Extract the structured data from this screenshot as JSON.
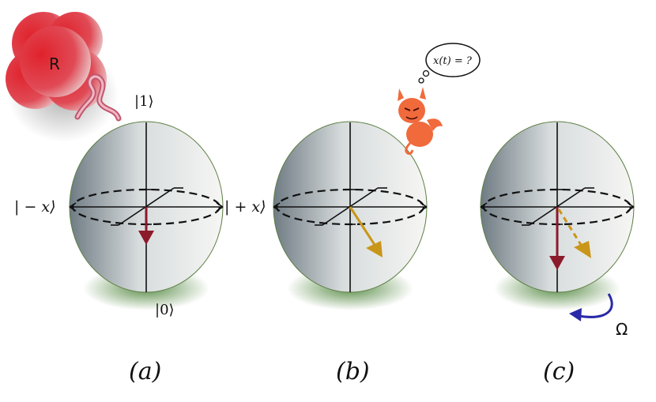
{
  "figure": {
    "panels": [
      {
        "caption": "(a)"
      },
      {
        "caption": "(b)"
      },
      {
        "caption": "(c)"
      }
    ],
    "labels": {
      "reservoir": "R",
      "ket_one": "|1⟩",
      "ket_zero": "|0⟩",
      "ket_minus_x": "| − x⟩",
      "ket_plus_x": "| + x⟩",
      "thought": "x(t) = ?",
      "omega": "Ω"
    },
    "colors": {
      "down_arrow": "#8b1a2b",
      "tilted_arrow": "#c9961a",
      "rotation_arrow": "#2a2aa8",
      "devil": "#f06a3c",
      "reservoir": "#d9252f",
      "wavy_tube": "#d67b8f",
      "sphere_glow": "#5b8a3a"
    }
  }
}
